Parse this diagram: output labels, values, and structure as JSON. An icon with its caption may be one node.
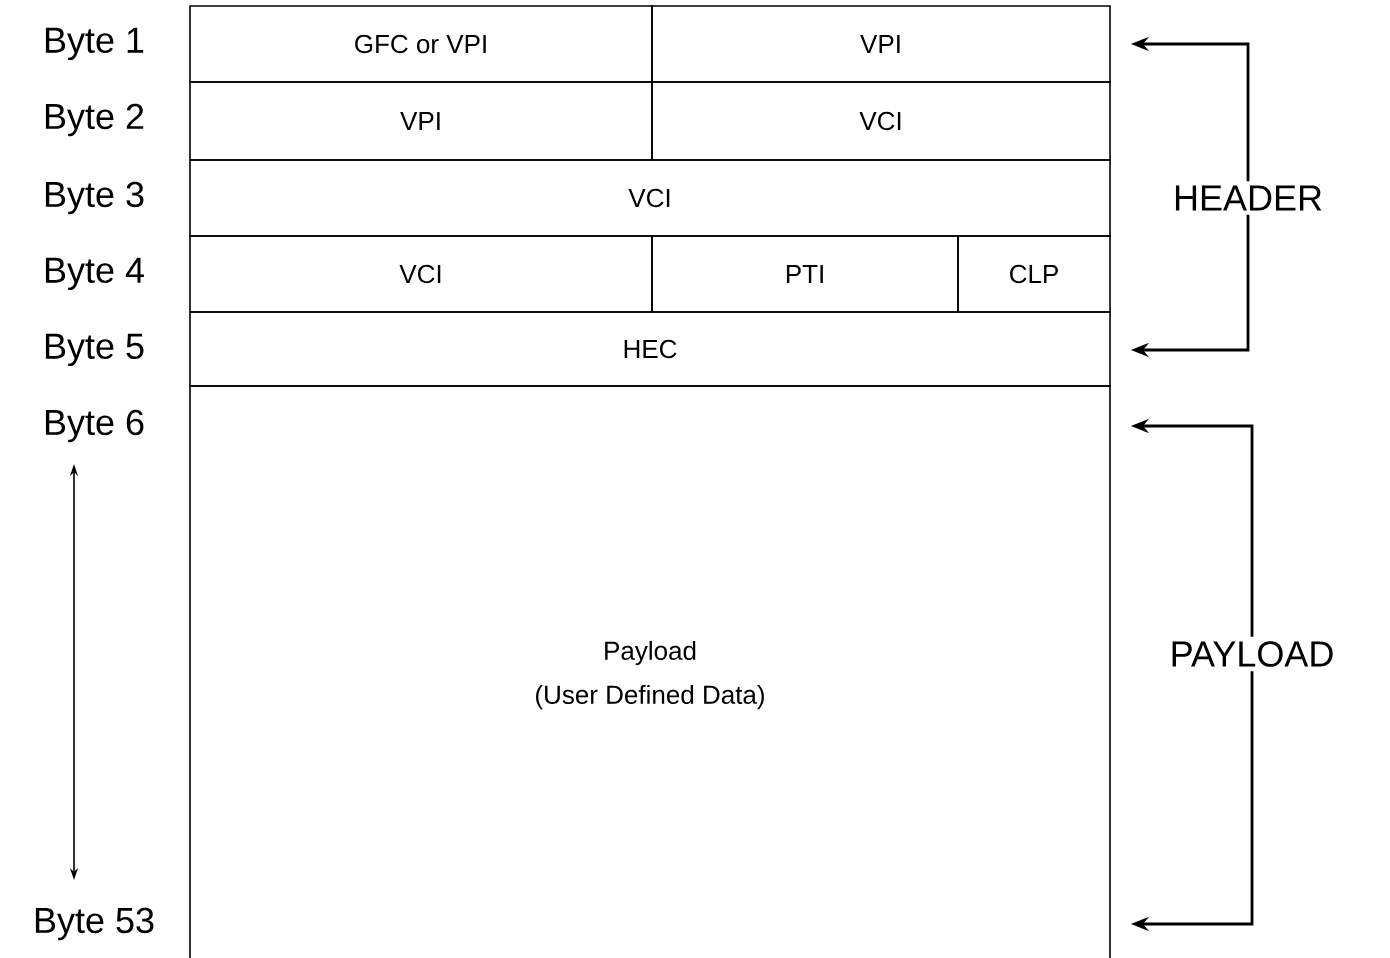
{
  "diagram": {
    "nodes": [
      {
        "text": [
          "GFC or VPI"
        ]
      },
      {
        "text": [
          "VPI"
        ]
      },
      {
        "text": [
          "VPI"
        ]
      },
      {
        "text": [
          "VCI"
        ]
      },
      {
        "text": [
          "VCI"
        ]
      },
      {
        "text": [
          "VCI"
        ]
      },
      {
        "text": [
          "PTI"
        ]
      },
      {
        "text": [
          "CLP"
        ]
      },
      {
        "text": [
          "HEC"
        ]
      },
      {
        "text": [
          "Payload",
          "(User Defined Data)"
        ]
      },
      {
        "text": [
          "HEADER"
        ]
      },
      {
        "text": [
          "PAYLOAD"
        ]
      }
    ],
    "edges": [
      {
        "from": 10,
        "to": 1,
        "arrow": "to"
      },
      {
        "from": 10,
        "to": 8,
        "arrow": "to"
      },
      {
        "from": 11,
        "to": 9,
        "arrow": "to"
      },
      {
        "from": 11,
        "to": 9,
        "arrow": "to"
      }
    ],
    "labels": [
      "Byte 1",
      "Byte 2",
      "Byte 3",
      "Byte 4",
      "Byte 5",
      "Byte 6",
      "Byte 53"
    ]
  }
}
